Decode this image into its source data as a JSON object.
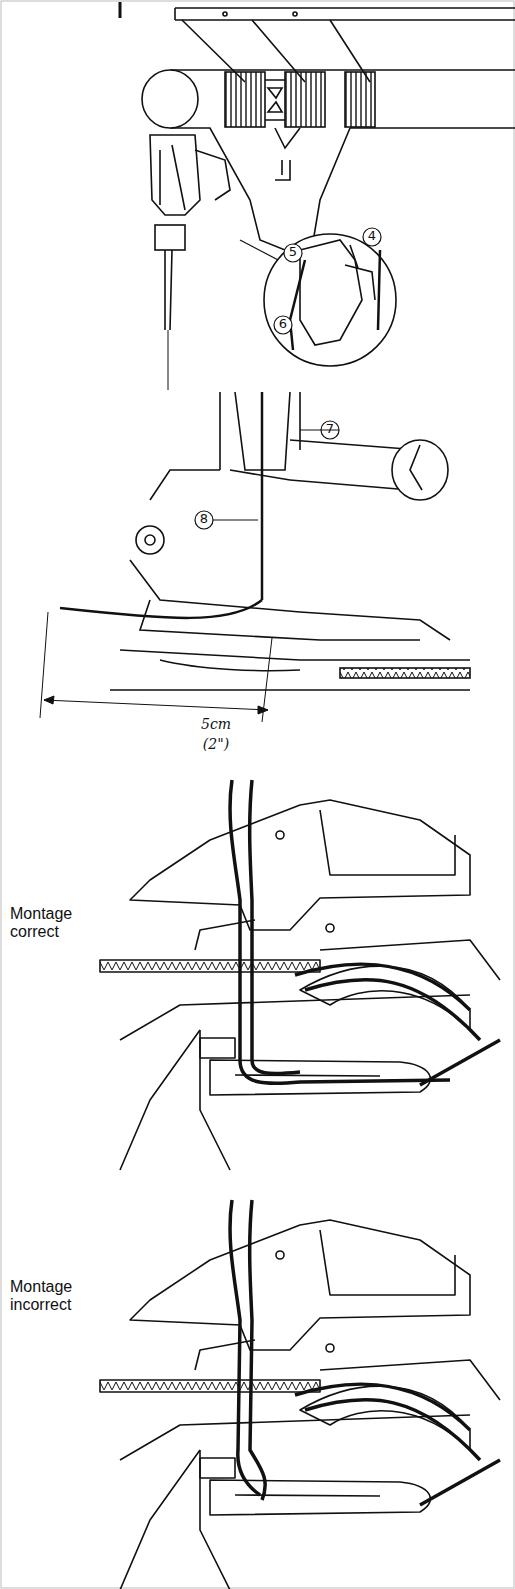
{
  "diagram": {
    "labels": [
      "5",
      "4",
      "6",
      "7",
      "8",
      "5cm",
      "(2\")",
      "Montage correct",
      "Montage incorrect"
    ]
  }
}
